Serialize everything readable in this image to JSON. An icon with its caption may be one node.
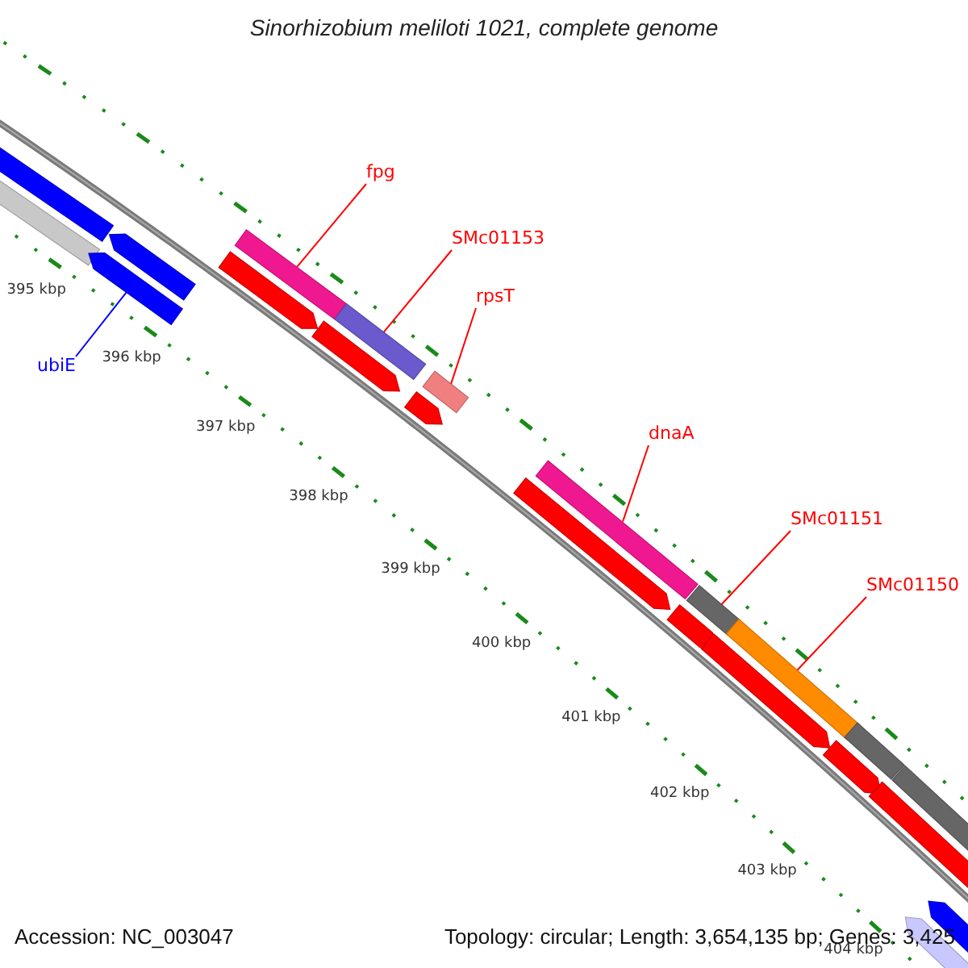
{
  "diagram": {
    "title": "Sinorhizobium meliloti 1021, complete genome",
    "nodes": [
      {
        "text": [
          "fpg"
        ]
      },
      {
        "text": [
          "SMc01153"
        ]
      },
      {
        "text": [
          "rpsT"
        ]
      },
      {
        "text": [
          "ubiE"
        ]
      },
      {
        "text": [
          "dnaA"
        ]
      },
      {
        "text": [
          "SMc01151"
        ]
      },
      {
        "text": [
          "SMc01150"
        ]
      },
      {
        "text": [],
        "shape": "bar"
      },
      {
        "text": [],
        "shape": "bar"
      },
      {
        "text": [],
        "shape": "arrow"
      },
      {
        "text": [],
        "shape": "arrow"
      },
      {
        "text": [],
        "shape": "arrow"
      },
      {
        "text": [],
        "shape": "bar"
      },
      {
        "text": [],
        "shape": "arrow"
      },
      {
        "text": [],
        "shape": "bar"
      },
      {
        "text": [],
        "shape": "arrow"
      },
      {
        "text": [],
        "shape": "bar"
      },
      {
        "text": [],
        "shape": "arrow"
      },
      {
        "text": [],
        "shape": "bar"
      },
      {
        "text": [],
        "shape": "arrow"
      },
      {
        "text": [],
        "shape": "bar"
      },
      {
        "text": [],
        "shape": "arrow"
      },
      {
        "text": [],
        "shape": "bar"
      },
      {
        "text": [],
        "shape": "arrow"
      },
      {
        "text": [],
        "shape": "bar"
      },
      {
        "text": [],
        "shape": "arrow"
      },
      {
        "text": [],
        "shape": "arrow"
      },
      {
        "text": [],
        "shape": "bar"
      },
      {
        "text": [],
        "shape": "arrow"
      }
    ],
    "edges": [
      {
        "from": 0,
        "to": 12,
        "arrow": "none"
      },
      {
        "from": 1,
        "to": 14,
        "arrow": "none"
      },
      {
        "from": 2,
        "to": 16,
        "arrow": "none"
      },
      {
        "from": 3,
        "to": 9,
        "arrow": "none",
        "color": "#0000ff"
      },
      {
        "from": 4,
        "to": 18,
        "arrow": "none"
      },
      {
        "from": 5,
        "to": 20,
        "arrow": "none"
      },
      {
        "from": 6,
        "to": 22,
        "arrow": "none"
      }
    ],
    "labels": [
      "395 kbp",
      "396 kbp",
      "397 kbp",
      "398 kbp",
      "399 kbp",
      "400 kbp",
      "401 kbp",
      "402 kbp",
      "403 kbp",
      "404 kbp",
      "Accession: NC_003047",
      "Topology: circular; Length: 3,654,135 bp; Genes: 3,425"
    ]
  }
}
